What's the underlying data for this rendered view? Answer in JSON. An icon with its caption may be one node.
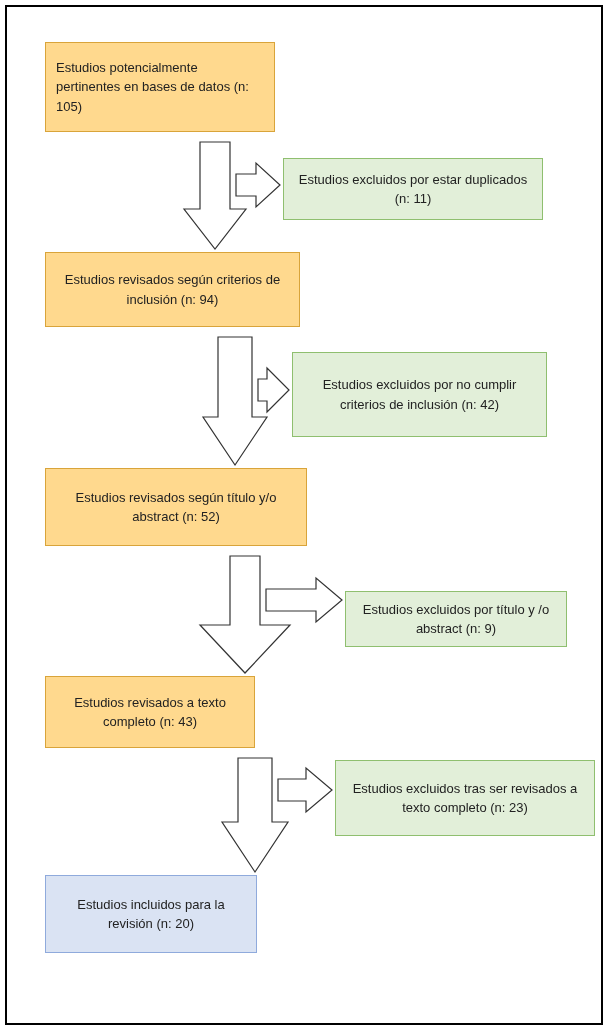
{
  "diagram": {
    "nodes": [
      {
        "text": [
          "Estudios potencialmente pertinentes en bases de datos (n: 105)"
        ]
      },
      {
        "text": [
          "Estudios excluidos por estar duplicados (n: 11)"
        ]
      },
      {
        "text": [
          "Estudios revisados según criterios de inclusión (n: 94)"
        ]
      },
      {
        "text": [
          "Estudios excluidos por no cumplir criterios de inclusión (n: 42)"
        ]
      },
      {
        "text": [
          "Estudios revisados según título y/o abstract (n: 52)"
        ]
      },
      {
        "text": [
          "Estudios excluidos por título y /o abstract (n: 9)"
        ]
      },
      {
        "text": [
          "Estudios revisados a texto completo (n: 43)"
        ]
      },
      {
        "text": [
          "Estudios excluidos tras ser revisados a texto completo (n: 23)"
        ]
      },
      {
        "text": [
          "Estudios incluidos para la revisión (n: 20)"
        ]
      }
    ],
    "edges": [
      {
        "from": 0,
        "to": 2,
        "arrow": "to"
      },
      {
        "from": null,
        "to": 1,
        "arrow": "to"
      },
      {
        "from": 2,
        "to": 4,
        "arrow": "to"
      },
      {
        "from": null,
        "to": 3,
        "arrow": "to"
      },
      {
        "from": 4,
        "to": 6,
        "arrow": "to"
      },
      {
        "from": null,
        "to": 5,
        "arrow": "to"
      },
      {
        "from": 6,
        "to": 8,
        "arrow": "to"
      },
      {
        "from": null,
        "to": 7,
        "arrow": "to"
      }
    ]
  }
}
